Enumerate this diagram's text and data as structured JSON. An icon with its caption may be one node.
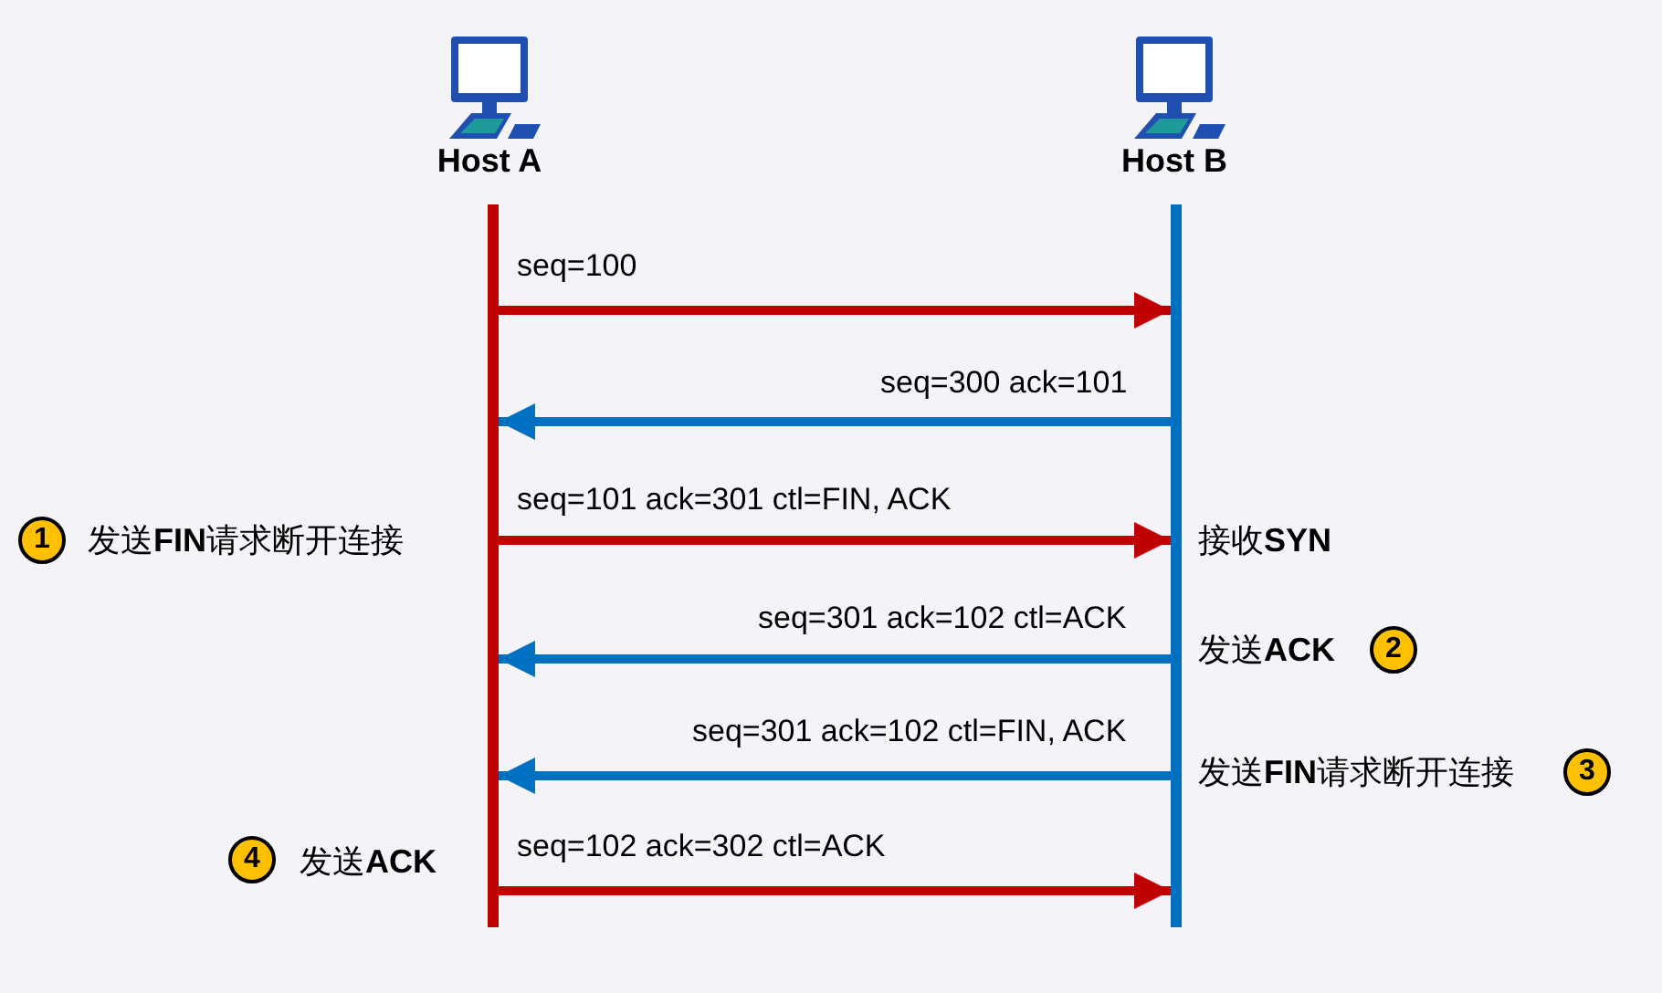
{
  "diagram": {
    "nodes": [
      {
        "text": [
          "Host A"
        ]
      },
      {
        "text": [
          "Host B"
        ]
      },
      {
        "text": [],
        "shape": "bar"
      },
      {
        "text": [],
        "shape": "bar"
      }
    ],
    "edges": [
      {
        "from": 2,
        "to": 3,
        "arrow": "to",
        "label": "seq=100",
        "color": "#c00000"
      },
      {
        "from": 3,
        "to": 2,
        "arrow": "to",
        "label": "seq=300 ack=101",
        "color": "#0070c0"
      },
      {
        "from": 2,
        "to": 3,
        "arrow": "to",
        "label": "seq=101 ack=301 ctl=FIN, ACK",
        "color": "#c00000"
      },
      {
        "from": 3,
        "to": 2,
        "arrow": "to",
        "label": "seq=301 ack=102 ctl=ACK",
        "color": "#0070c0"
      },
      {
        "from": 3,
        "to": 2,
        "arrow": "to",
        "label": "seq=301 ack=102 ctl=FIN, ACK",
        "color": "#0070c0"
      },
      {
        "from": 2,
        "to": 3,
        "arrow": "to",
        "label": "seq=102 ack=302 ctl=ACK",
        "color": "#c00000"
      }
    ],
    "labels": [
      "1",
      "发送**FIN**请求断开连接",
      "接收**SYN**",
      "发送**ACK**",
      "2",
      "发送**FIN**请求断开连接",
      "3",
      "4",
      "发送**ACK**"
    ]
  }
}
